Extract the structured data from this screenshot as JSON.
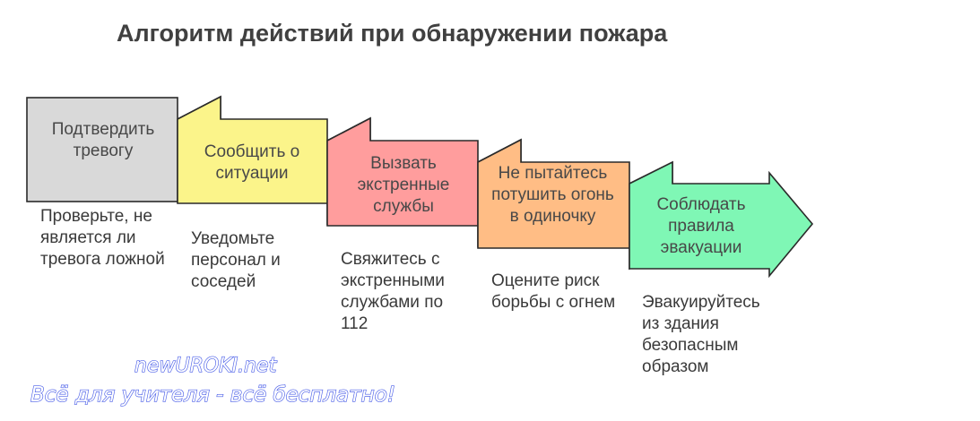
{
  "title": "Алгоритм действий при обнаружении пожара",
  "steps": [
    {
      "label": "Подтвердить тревогу",
      "color": "#d9d9d9",
      "description": "Проверьте, не является ли тревога ложной"
    },
    {
      "label": "Сообщить о ситуации",
      "color": "#fbf48a",
      "description": "Уведомьте персонал и соседей"
    },
    {
      "label": "Вызвать экстренные службы",
      "color": "#ff9d9d",
      "description": "Свяжитесь с экстренными службами по 112"
    },
    {
      "label": "Не пытайтесь потушить огонь в одиночку",
      "color": "#ffbd85",
      "description": "Оцените риск борьбы с огнем"
    },
    {
      "label": "Соблюдать правила эвакуации",
      "color": "#7ff7b5",
      "description": "Эвакуируйтесь из здания безопасным образом"
    }
  ],
  "watermark": {
    "site": "newUROKI.net",
    "slogan": "Всё для учителя - всё бесплатно!"
  }
}
